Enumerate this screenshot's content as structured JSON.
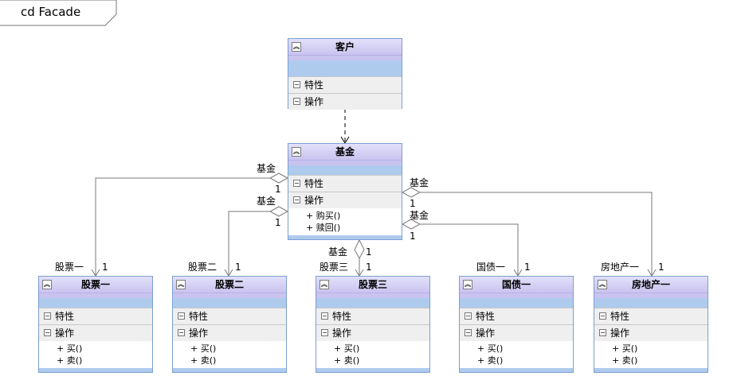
{
  "frame": {
    "title": "cd Facade"
  },
  "classes": {
    "client": {
      "name": "客户",
      "attributes_label": "特性",
      "operations_label": "操作"
    },
    "fund": {
      "name": "基金",
      "attributes_label": "特性",
      "operations_label": "操作",
      "operations": [
        "+ 购买()",
        "+ 赎回()"
      ]
    },
    "stock1": {
      "name": "股票一",
      "attributes_label": "特性",
      "operations_label": "操作",
      "operations": [
        "+ 买()",
        "+ 卖()"
      ]
    },
    "stock2": {
      "name": "股票二",
      "attributes_label": "特性",
      "operations_label": "操作",
      "operations": [
        "+ 买()",
        "+ 卖()"
      ]
    },
    "stock3": {
      "name": "股票三",
      "attributes_label": "特性",
      "operations_label": "操作",
      "operations": [
        "+ 买()",
        "+ 卖()"
      ]
    },
    "bond1": {
      "name": "国债一",
      "attributes_label": "特性",
      "operations_label": "操作",
      "operations": [
        "+ 买()",
        "+ 卖()"
      ]
    },
    "realestate1": {
      "name": "房地产一",
      "attributes_label": "特性",
      "operations_label": "操作",
      "operations": [
        "+ 买()",
        "+ 卖()"
      ]
    }
  },
  "associations": {
    "fund_stock1": {
      "source_role": "基金",
      "source_mult": "1",
      "target_role": "股票一",
      "target_mult": "1"
    },
    "fund_stock2": {
      "source_role": "基金",
      "source_mult": "1",
      "target_role": "股票二",
      "target_mult": "1"
    },
    "fund_stock3": {
      "source_role": "基金",
      "source_mult": "1",
      "target_role": "股票三",
      "target_mult": "1"
    },
    "fund_bond1": {
      "source_role": "基金",
      "source_mult": "1",
      "target_role": "国债一",
      "target_mult": "1"
    },
    "fund_realestate1": {
      "source_role": "基金",
      "source_mult": "1",
      "target_role": "房地产一",
      "target_mult": "1"
    }
  }
}
